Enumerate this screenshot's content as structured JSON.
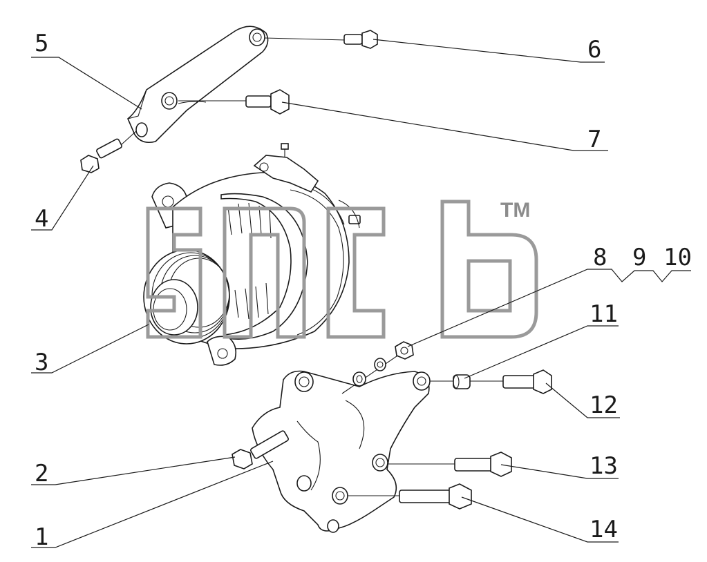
{
  "diagram": {
    "trademark": "TM",
    "callouts": [
      "1",
      "2",
      "3",
      "4",
      "5",
      "6",
      "7",
      "8",
      "9",
      "10",
      "11",
      "12",
      "13",
      "14"
    ],
    "colors": {
      "line": "#1a1a1a",
      "watermark": "#9a9a9a",
      "background": "#ffffff"
    }
  }
}
